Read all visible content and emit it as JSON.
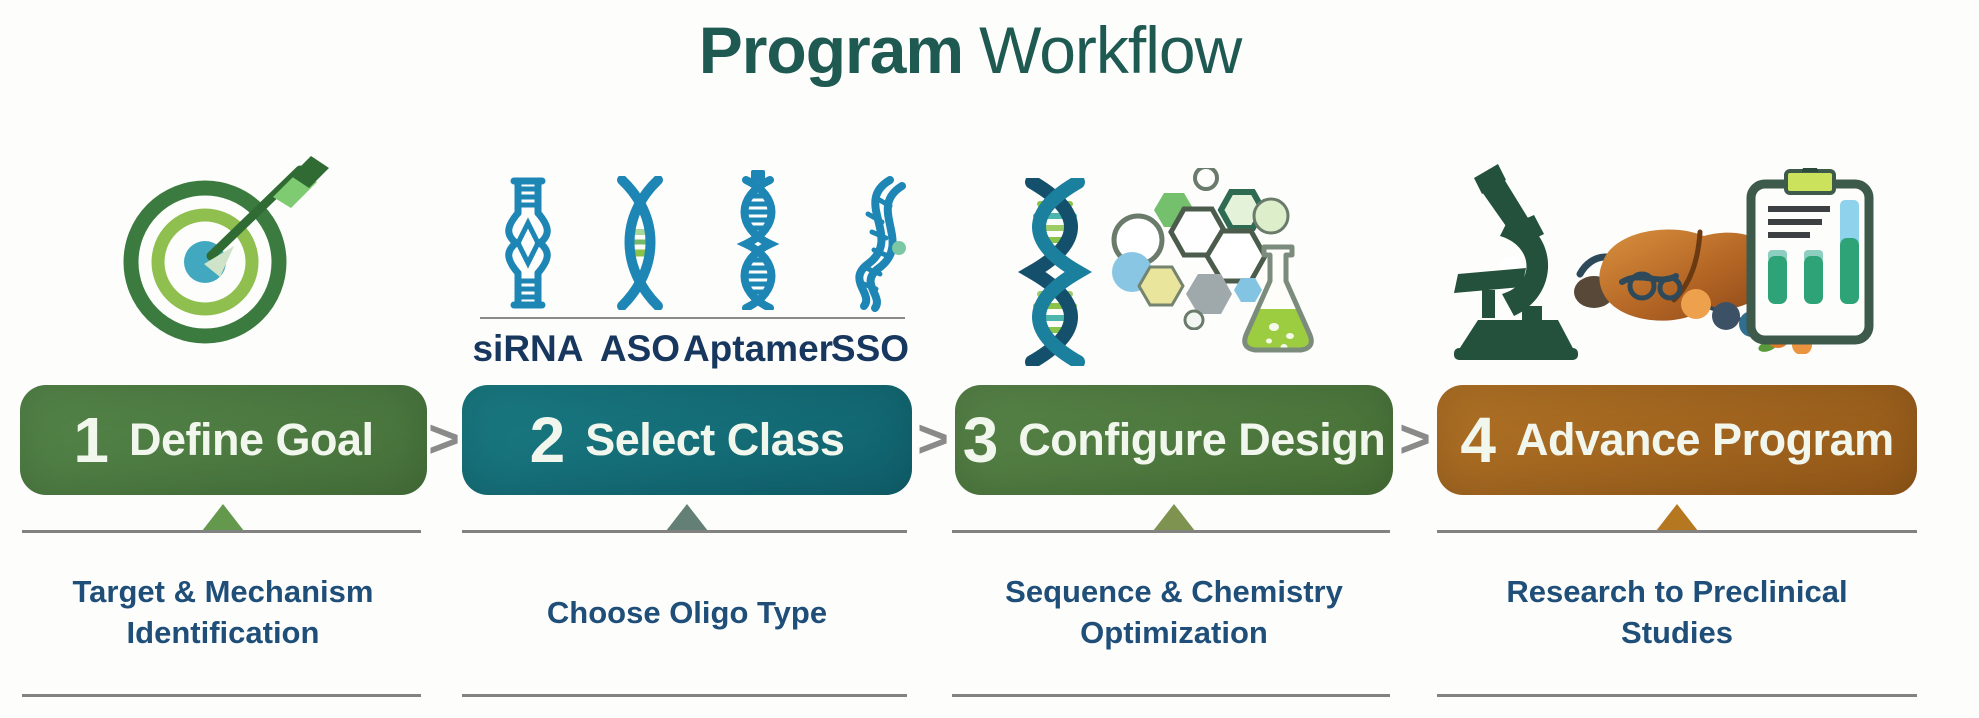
{
  "title": {
    "bold": "Program",
    "regular": "Workflow"
  },
  "ui": {
    "chevron": ">"
  },
  "steps": [
    {
      "number": "1",
      "label": "Define Goal",
      "caption": "Target & Mechanism Identification",
      "pill_color": "#4e7d3e",
      "triangle_color": "#63984d"
    },
    {
      "number": "2",
      "label": "Select Class",
      "caption": "Choose Oligo Type",
      "pill_color": "#15707a",
      "triangle_color": "#647f75",
      "oligo_types": [
        "siRNA",
        "ASO",
        "Aptamer",
        "SSO"
      ]
    },
    {
      "number": "3",
      "label": "Configure Design",
      "caption": "Sequence & Chemistry Optimization",
      "pill_color": "#4e7d3e",
      "triangle_color": "#7f9350"
    },
    {
      "number": "4",
      "label": "Advance Program",
      "caption": "Research to Preclinical Studies",
      "pill_color": "#a8691f",
      "triangle_color": "#b5771f"
    }
  ],
  "icons": {
    "step1": "target-with-arrow",
    "step2": [
      "sirna-hairpin",
      "aso-helix",
      "aptamer-helix",
      "sso-strand"
    ],
    "step3": [
      "dna-double-helix",
      "chemistry-hexagons",
      "erlenmeyer-flask"
    ],
    "step4": [
      "microscope",
      "liver-with-oligo-beads",
      "clipboard-test-tubes"
    ]
  },
  "colors": {
    "background": "#ffffff",
    "title_text": "#1e5a52",
    "caption_text": "#1f4e79",
    "oligo_label_text": "#17375e",
    "dna_blue": "#1e86b5",
    "divider_line": "#8a8a8a",
    "chevron": "#8a8a8a",
    "pill_text": "#f2f7ee"
  }
}
